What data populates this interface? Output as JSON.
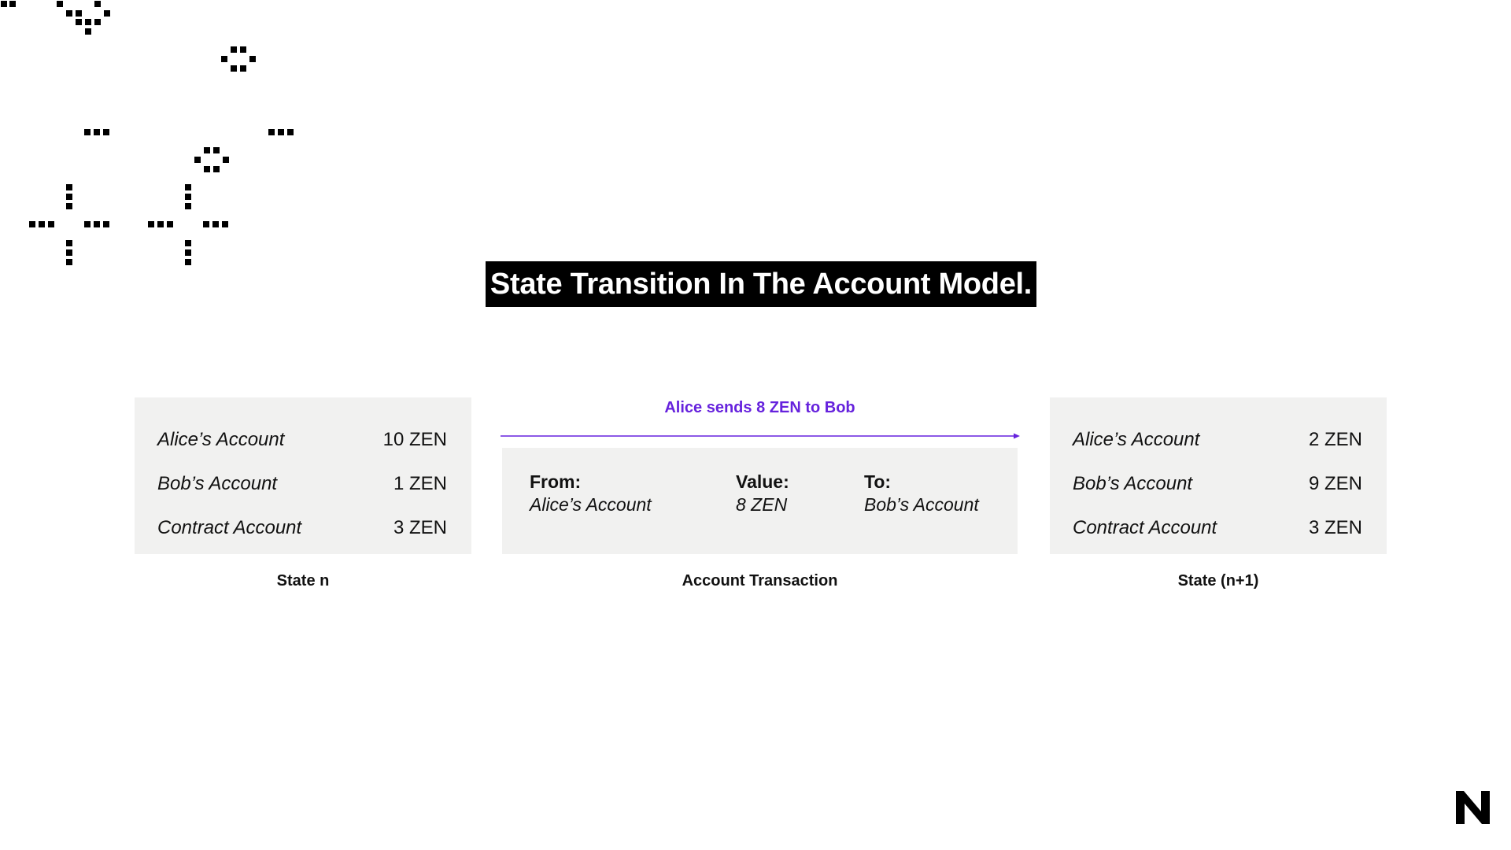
{
  "title": "State Transition In The Account Model.",
  "state_n": {
    "caption": "State n",
    "rows": [
      {
        "account": "Alice’s Account",
        "balance": "10 ZEN"
      },
      {
        "account": "Bob’s Account",
        "balance": "1 ZEN"
      },
      {
        "account": "Contract Account",
        "balance": "3 ZEN"
      }
    ]
  },
  "transaction": {
    "caption": "Account Transaction",
    "arrow_label": "Alice sends 8 ZEN to Bob",
    "from_label": "From:",
    "from_value": "Alice’s Account",
    "value_label": "Value:",
    "value_value": "8 ZEN",
    "to_label": "To:",
    "to_value": "Bob’s Account"
  },
  "state_n1": {
    "caption": "State (n+1)",
    "rows": [
      {
        "account": "Alice’s Account",
        "balance": "2 ZEN"
      },
      {
        "account": "Bob’s Account",
        "balance": "9 ZEN"
      },
      {
        "account": "Contract Account",
        "balance": "3 ZEN"
      }
    ]
  },
  "colors": {
    "accent": "#6622dd",
    "card_bg": "#f1f1f0",
    "title_bg": "#000000"
  },
  "icons": {
    "decoration": "pixel-art-dots",
    "logo": "brand-logo-icon"
  }
}
